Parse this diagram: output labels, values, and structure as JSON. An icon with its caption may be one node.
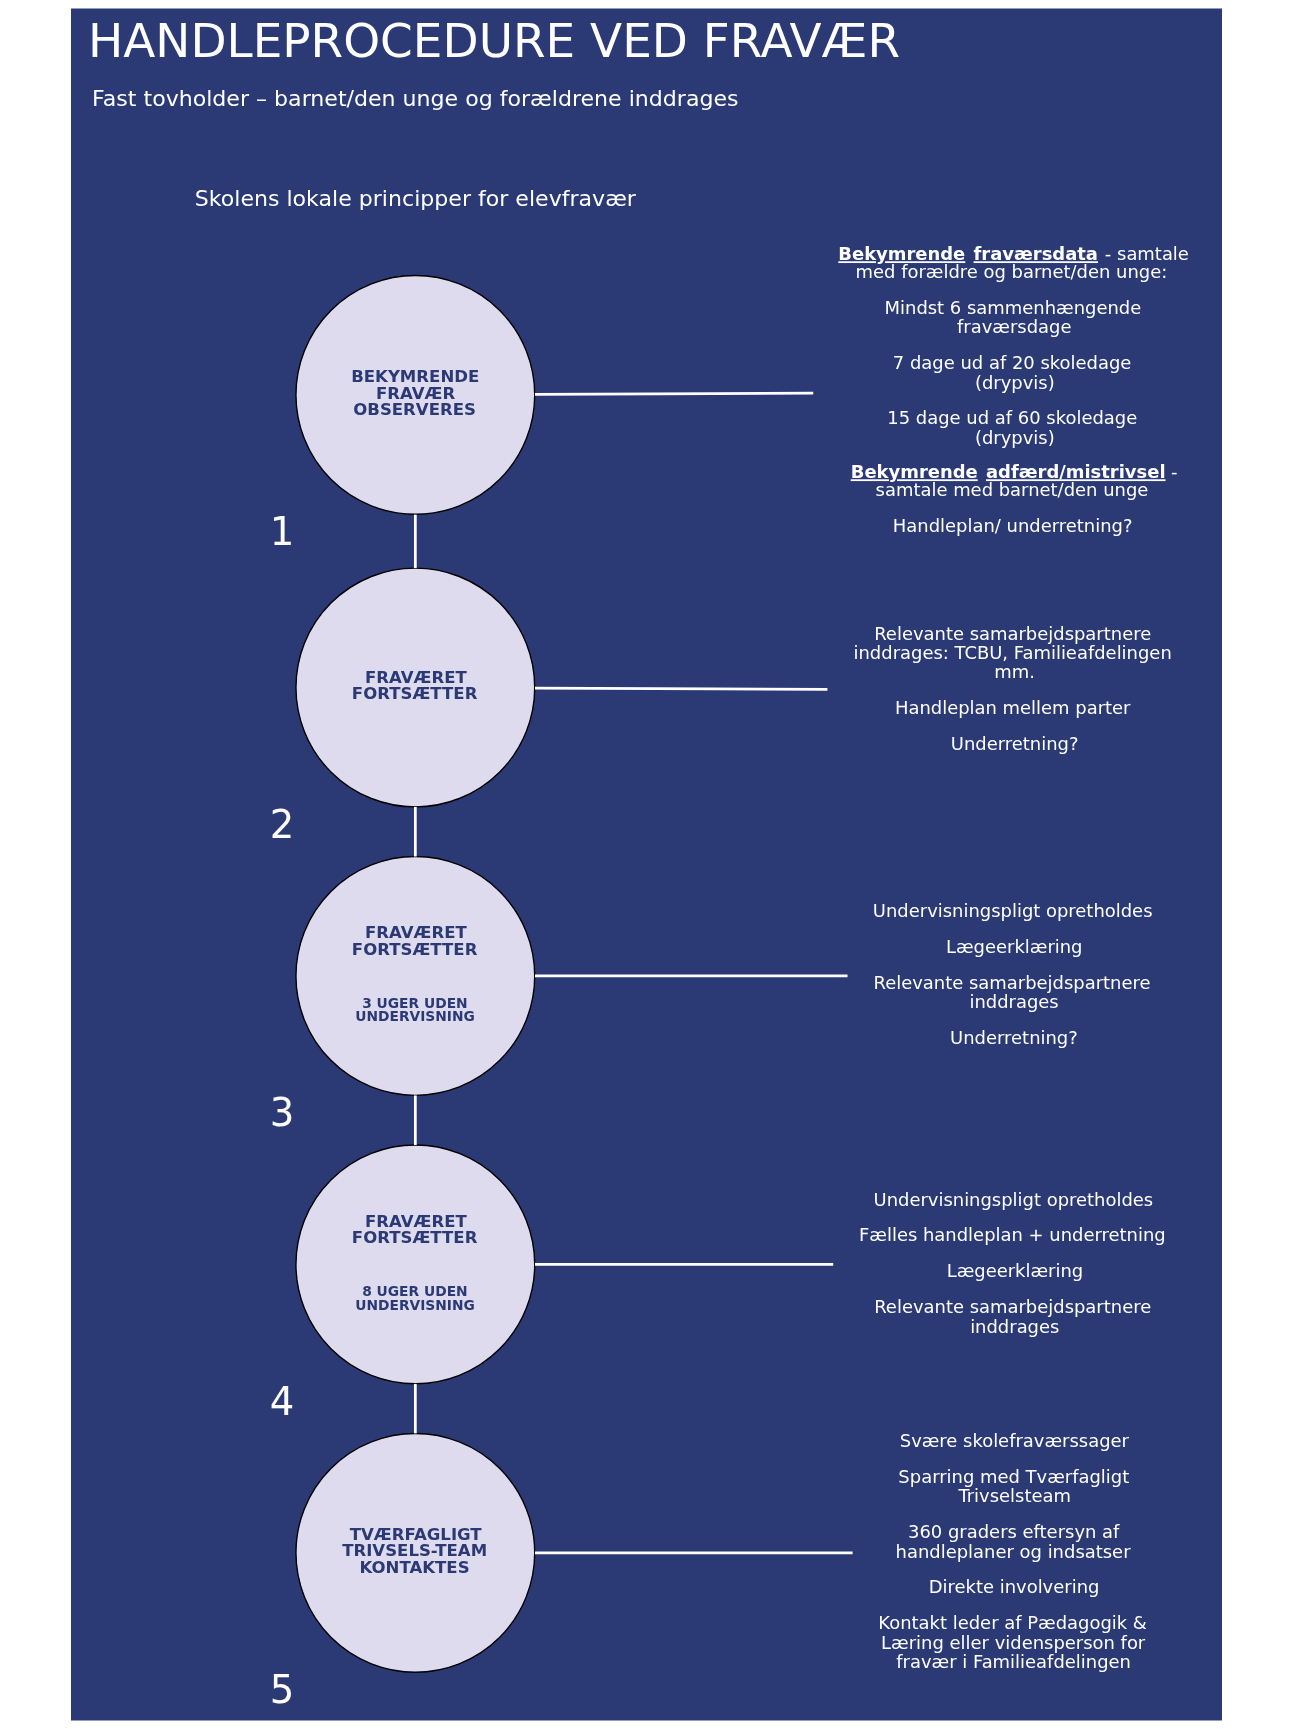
{
  "diagram": {
    "title": "HANDLEPROCEDURE VED FRAVÆR",
    "nodes": [
      {
        "text": [
          "BEKYMRENDE FRAVÆR OBSERVERES"
        ],
        "beside": [
          "1"
        ]
      },
      {
        "text": [
          "FRAVÆRET FORTSÆTTER"
        ],
        "beside": [
          "2"
        ]
      },
      {
        "text": [
          "FRAVÆRET FORTSÆTTER",
          "3 UGER UDEN UNDERVISNING"
        ],
        "beside": [
          "3"
        ]
      },
      {
        "text": [
          "FRAVÆRET FORTSÆTTER",
          "8 UGER UDEN UNDERVISNING"
        ],
        "beside": [
          "4"
        ]
      },
      {
        "text": [
          "TVÆRFAGLIGT TRIVSELS-TEAM KONTAKTES"
        ],
        "beside": [
          "5"
        ]
      },
      {
        "text": [
          "**Bekymrende fraværsdata** - samtale med forældre og barnet/den unge:",
          "Mindst 6 sammenhængende fraværsdage",
          "7 dage ud af 20 skoledage (drypvis)",
          "15 dage ud af 60 skoledage (drypvis)",
          "**Bekymrende adfærd/mistrivsel** - samtale med barnet/den unge",
          "Handleplan/ underretning?"
        ]
      },
      {
        "text": [
          "Relevante samarbejdspartnere inddrages: TCBU, Familieafdelingen mm.",
          "Handleplan mellem parter",
          "Underretning?"
        ]
      },
      {
        "text": [
          "Undervisningspligt opretholdes",
          "Lægeerklæring",
          "Relevante samarbejdspartnere inddrages",
          "Underretning?"
        ]
      },
      {
        "text": [
          "Undervisningspligt opretholdes",
          "Fælles handleplan + underretning",
          "Lægeerklæring",
          "Relevante samarbejdspartnere inddrages"
        ]
      },
      {
        "text": [
          "Svære skolefraværssager",
          "Sparring med Tværfagligt Trivselsteam",
          "360 graders eftersyn af handleplaner og indsatser",
          "Direkte involvering",
          "Kontakt leder af Pædagogik & Læring eller vidensperson for fravær i Familieafdelingen"
        ]
      }
    ],
    "edges": [
      {
        "from": 0,
        "to": 1,
        "arrow": "none"
      },
      {
        "from": 1,
        "to": 2,
        "arrow": "none"
      },
      {
        "from": 2,
        "to": 3,
        "arrow": "none"
      },
      {
        "from": 3,
        "to": 4,
        "arrow": "none"
      },
      {
        "from": 0,
        "to": 5,
        "arrow": "none"
      },
      {
        "from": 1,
        "to": 6,
        "arrow": "none"
      },
      {
        "from": 2,
        "to": 7,
        "arrow": "none"
      },
      {
        "from": 3,
        "to": 8,
        "arrow": "none"
      },
      {
        "from": 4,
        "to": 9,
        "arrow": "none"
      }
    ],
    "labels": [
      "Skolens lokale principper for elevfravær",
      "Fast tovholder – barnet/den unge og forældrene inddrages"
    ]
  }
}
